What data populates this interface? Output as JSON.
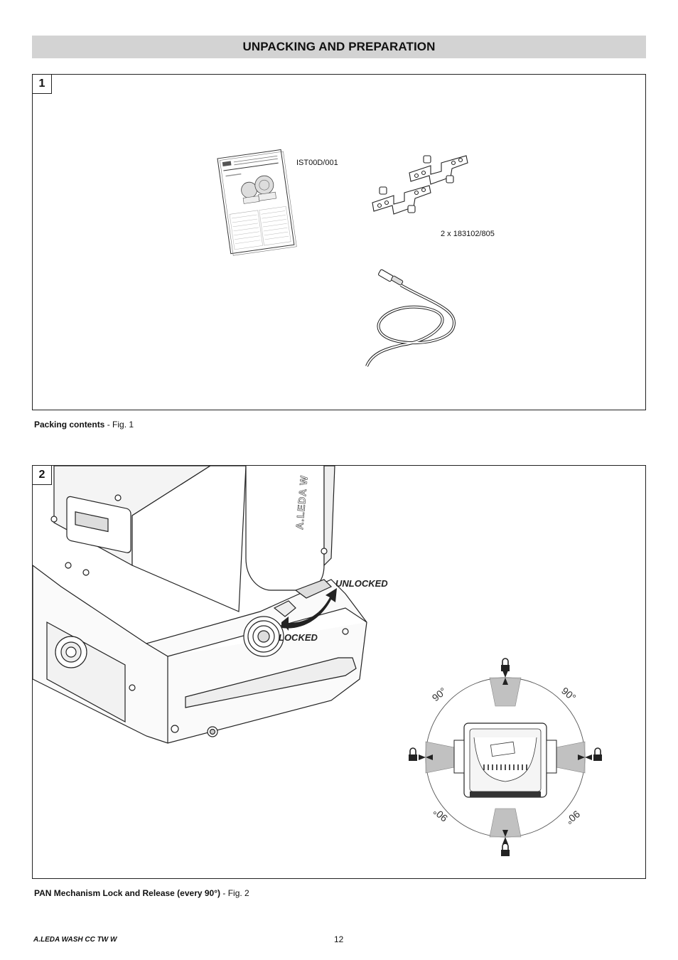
{
  "header": {
    "title": "UNPACKING AND PREPARATION"
  },
  "figure1": {
    "number": "1",
    "manual_code": "IST00D/001",
    "brackets_label": "2 x 183102/805",
    "caption_bold": "Packing contents",
    "caption_rest": " - Fig. 1"
  },
  "figure2": {
    "number": "2",
    "unlocked_label": "UNLOCKED",
    "locked_label": "LOCKED",
    "housing_text": "A.LEDA W",
    "angle_label": "90°",
    "caption_bold": "PAN Mechanism Lock and Release (every 90°)",
    "caption_rest": " - Fig. 2"
  },
  "footer": {
    "model": "A.LEDA WASH CC TW W",
    "page_number": "12"
  }
}
